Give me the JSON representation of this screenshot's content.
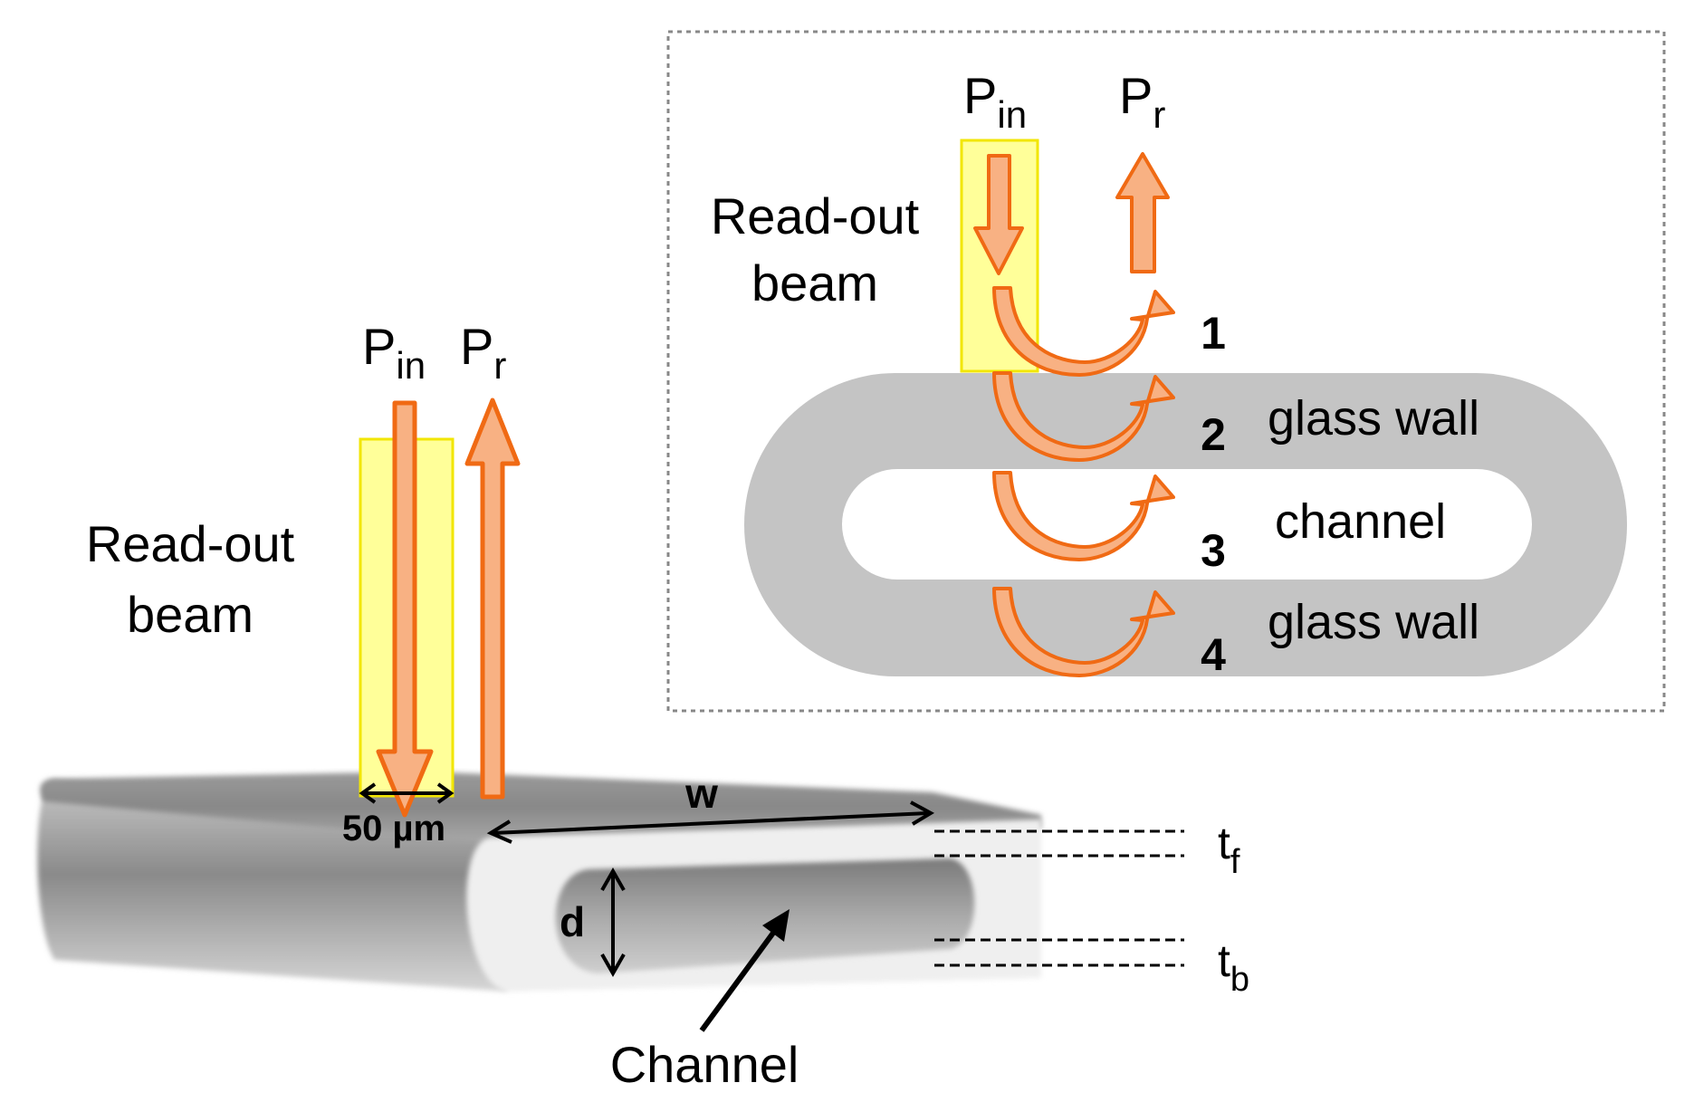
{
  "left_panel": {
    "p_in": {
      "main": "P",
      "sub": "in"
    },
    "p_r": {
      "main": "P",
      "sub": "r"
    },
    "readout_line1": "Read-out",
    "readout_line2": "beam",
    "beam_width": "50 µm",
    "width_label": "w",
    "depth_label": "d",
    "t_f": {
      "main": "t",
      "sub": "f"
    },
    "t_b": {
      "main": "t",
      "sub": "b"
    },
    "channel_label": "Channel"
  },
  "inset": {
    "p_in": {
      "main": "P",
      "sub": "in"
    },
    "p_r": {
      "main": "P",
      "sub": "r"
    },
    "readout_line1": "Read-out",
    "readout_line2": "beam",
    "reflections": [
      "1",
      "2",
      "3",
      "4"
    ],
    "layer_labels": [
      "glass wall",
      "channel",
      "glass wall"
    ]
  },
  "colors": {
    "beam_highlight": "#ffff99",
    "beam_border": "#f2e600",
    "arrow_fill": "#f8b183",
    "arrow_stroke": "#f06a14",
    "glass": "#c4c4c4",
    "inset_border": "#888888"
  }
}
